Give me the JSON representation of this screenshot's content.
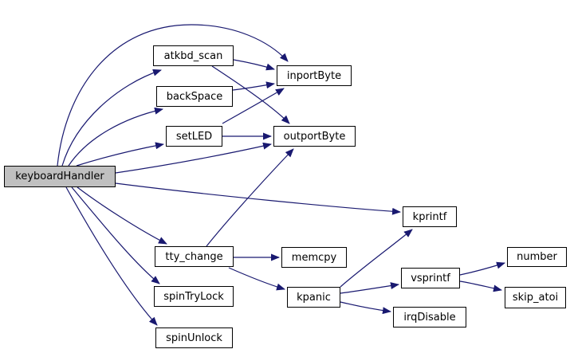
{
  "diagram": {
    "type": "function-call-graph",
    "edge_color": "#191970",
    "node_border_color": "#000000",
    "node_fill_color": "#ffffff",
    "highlighted_node_fill_color": "#c0c0c0",
    "nodes": [
      {
        "id": "keyboardHandler",
        "label": "keyboardHandler",
        "highlighted": true
      },
      {
        "id": "atkbd_scan",
        "label": "atkbd_scan",
        "highlighted": false
      },
      {
        "id": "backSpace",
        "label": "backSpace",
        "highlighted": false
      },
      {
        "id": "setLED",
        "label": "setLED",
        "highlighted": false
      },
      {
        "id": "inportByte",
        "label": "inportByte",
        "highlighted": false
      },
      {
        "id": "outportByte",
        "label": "outportByte",
        "highlighted": false
      },
      {
        "id": "kprintf",
        "label": "kprintf",
        "highlighted": false
      },
      {
        "id": "tty_change",
        "label": "tty_change",
        "highlighted": false
      },
      {
        "id": "memcpy",
        "label": "memcpy",
        "highlighted": false
      },
      {
        "id": "spinTryLock",
        "label": "spinTryLock",
        "highlighted": false
      },
      {
        "id": "spinUnlock",
        "label": "spinUnlock",
        "highlighted": false
      },
      {
        "id": "kpanic",
        "label": "kpanic",
        "highlighted": false
      },
      {
        "id": "vsprintf",
        "label": "vsprintf",
        "highlighted": false
      },
      {
        "id": "irqDisable",
        "label": "irqDisable",
        "highlighted": false
      },
      {
        "id": "number",
        "label": "number",
        "highlighted": false
      },
      {
        "id": "skip_atoi",
        "label": "skip_atoi",
        "highlighted": false
      }
    ],
    "edges": [
      {
        "from": "keyboardHandler",
        "to": "atkbd_scan"
      },
      {
        "from": "keyboardHandler",
        "to": "backSpace"
      },
      {
        "from": "keyboardHandler",
        "to": "setLED"
      },
      {
        "from": "keyboardHandler",
        "to": "inportByte"
      },
      {
        "from": "keyboardHandler",
        "to": "outportByte"
      },
      {
        "from": "keyboardHandler",
        "to": "kprintf"
      },
      {
        "from": "keyboardHandler",
        "to": "tty_change"
      },
      {
        "from": "keyboardHandler",
        "to": "spinTryLock"
      },
      {
        "from": "keyboardHandler",
        "to": "spinUnlock"
      },
      {
        "from": "atkbd_scan",
        "to": "inportByte"
      },
      {
        "from": "atkbd_scan",
        "to": "outportByte"
      },
      {
        "from": "backSpace",
        "to": "inportByte"
      },
      {
        "from": "setLED",
        "to": "inportByte"
      },
      {
        "from": "setLED",
        "to": "outportByte"
      },
      {
        "from": "tty_change",
        "to": "outportByte"
      },
      {
        "from": "tty_change",
        "to": "memcpy"
      },
      {
        "from": "tty_change",
        "to": "kpanic"
      },
      {
        "from": "kpanic",
        "to": "kprintf"
      },
      {
        "from": "kpanic",
        "to": "vsprintf"
      },
      {
        "from": "kpanic",
        "to": "irqDisable"
      },
      {
        "from": "vsprintf",
        "to": "number"
      },
      {
        "from": "vsprintf",
        "to": "skip_atoi"
      }
    ]
  }
}
